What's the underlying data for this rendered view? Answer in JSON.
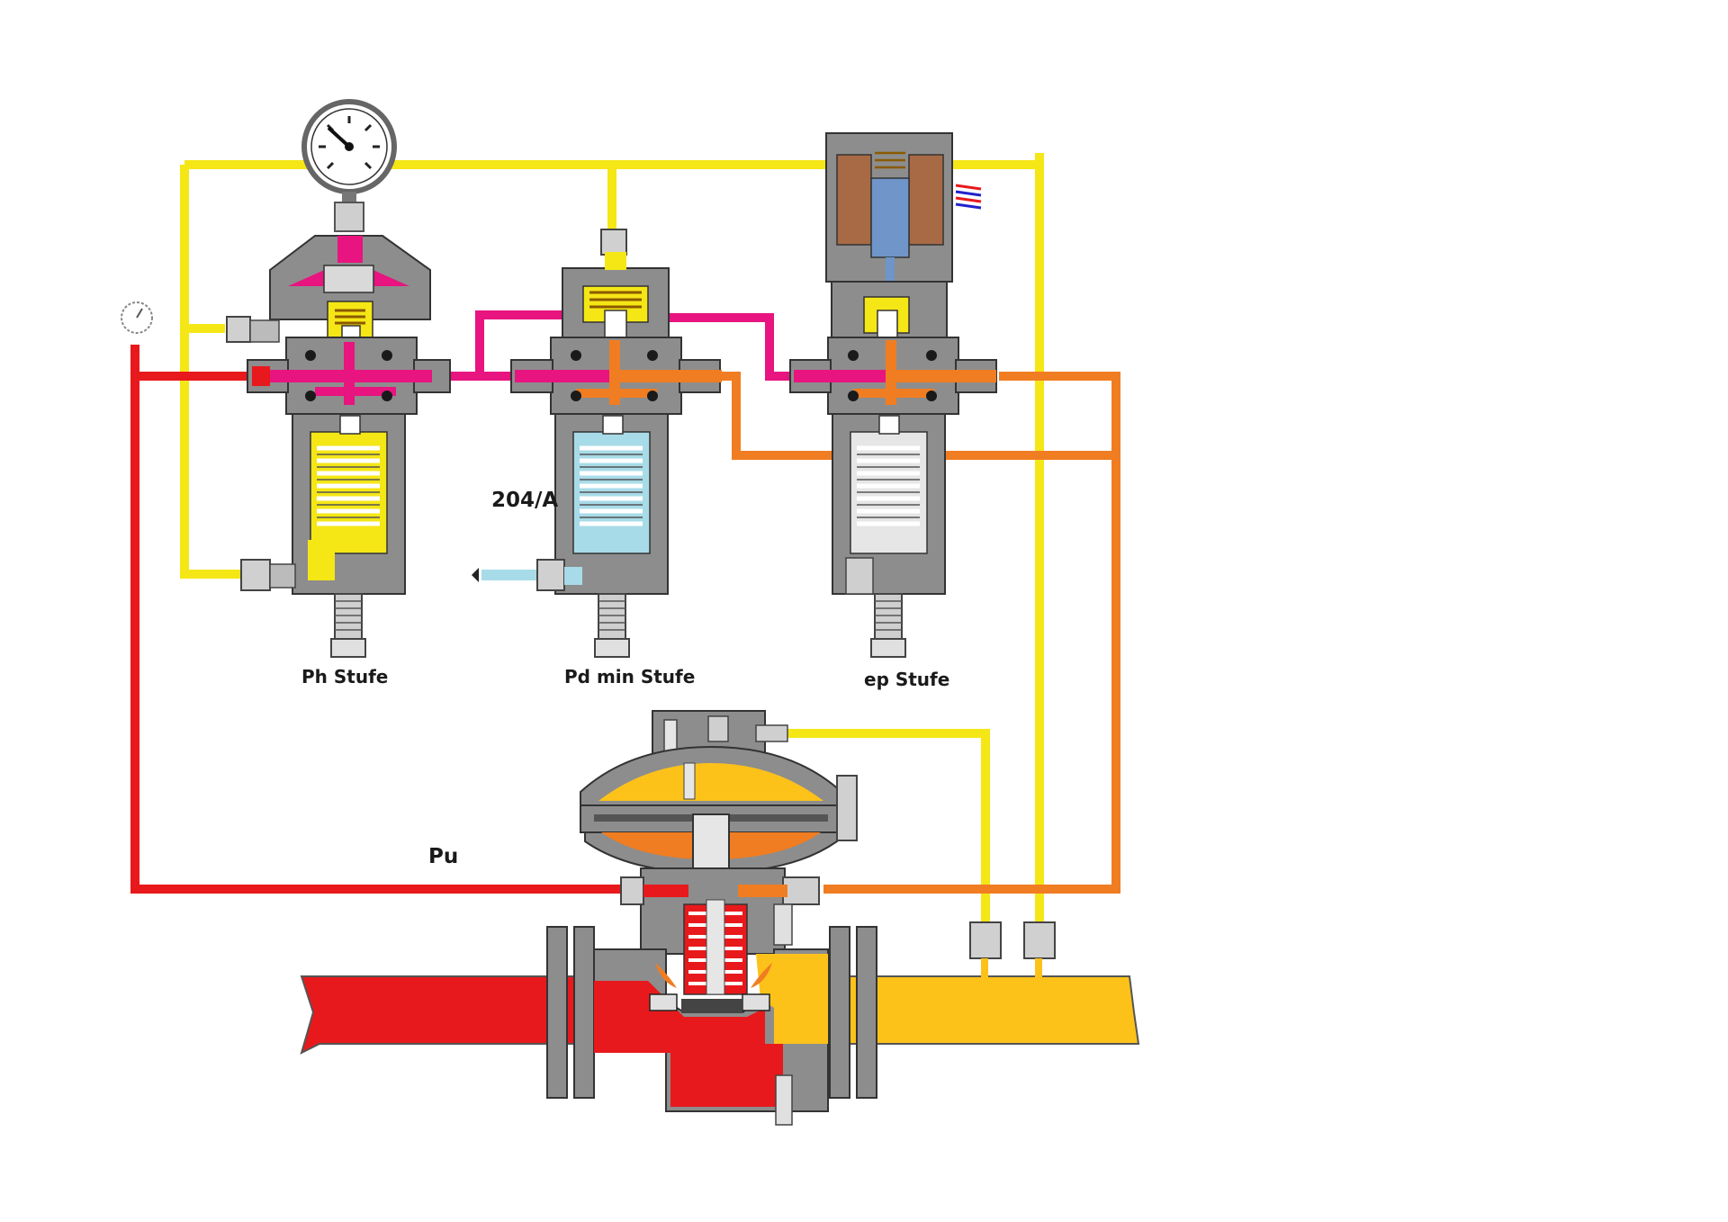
{
  "labels": {
    "ph_stufe": "Ph Stufe",
    "pd_min_stufe": "Pd min Stufe",
    "ep_stufe": "ep Stufe",
    "model": "204/A",
    "pu": "Pu"
  },
  "colors": {
    "inlet_pressure": "#e8191c",
    "outlet_pressure": "#fcc21a",
    "pilot_loading": "#e8147f",
    "motorization": "#f07d22",
    "sense_line": "#f5e616",
    "body": "#8d8d8d",
    "body_dark": "#4a4a4a",
    "vent": "#a8dbe8",
    "coil": "#a86a45",
    "plunger": "#6f95c9"
  }
}
